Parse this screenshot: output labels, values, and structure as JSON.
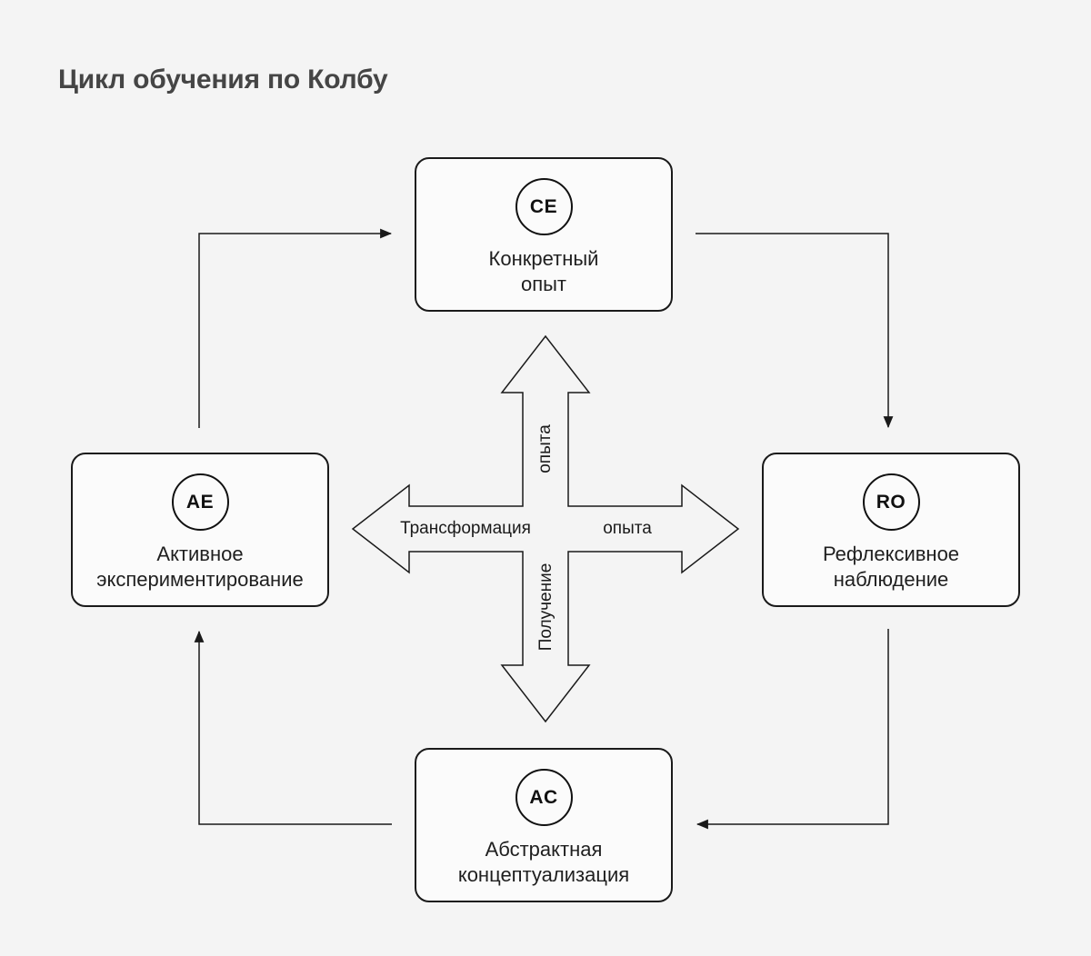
{
  "title": "Цикл обучения по Колбу",
  "nodes": [
    {
      "code": "CE",
      "line1": "Конкретный",
      "line2": "опыт"
    },
    {
      "code": "RO",
      "line1": "Рефлексивное",
      "line2": "наблюдение"
    },
    {
      "code": "AC",
      "line1": "Абстрактная",
      "line2": "концептуализация"
    },
    {
      "code": "AE",
      "line1": "Активное",
      "line2": "экспериментирование"
    }
  ],
  "axis_labels": {
    "vertical_top": "опыта",
    "vertical_bottom": "Получение",
    "horizontal_left": "Трансформация",
    "horizontal_right": "опыта"
  },
  "colors": {
    "background": "#f4f4f4",
    "node_fill": "#fbfbfb",
    "stroke": "#1a1a1a",
    "title_text": "#454545",
    "node_text": "#1f1f1f"
  }
}
